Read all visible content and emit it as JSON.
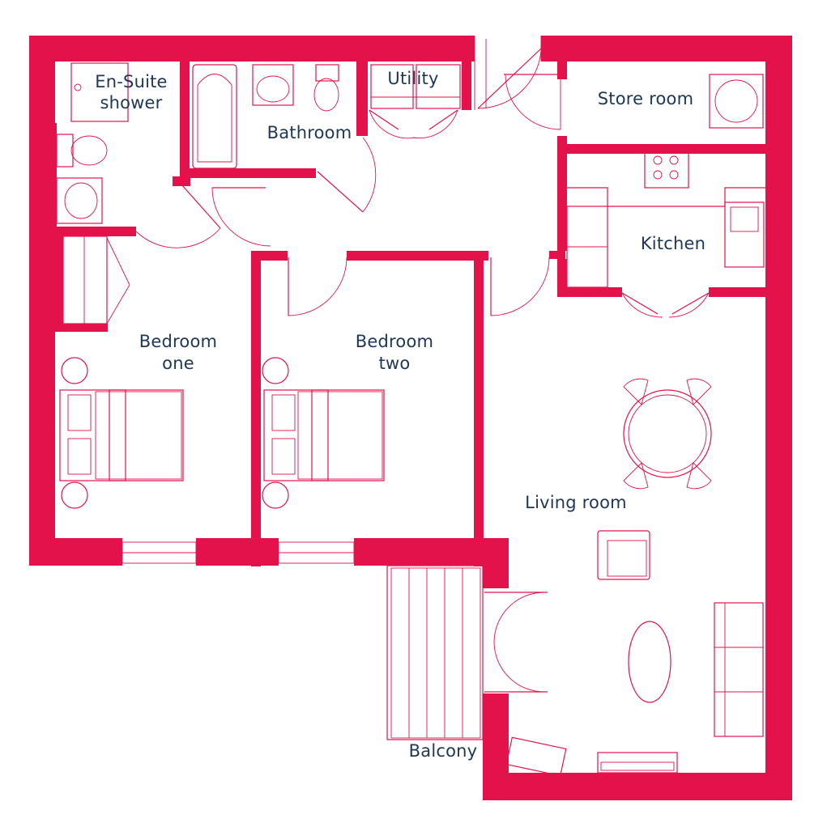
{
  "colors": {
    "wall": "#e3124a",
    "label": "#1e3756",
    "background": "#ffffff"
  },
  "rooms": {
    "ensuite": {
      "line1": "En-Suite",
      "line2": "shower"
    },
    "utility": {
      "label": "Utility"
    },
    "store_room": {
      "label": "Store room"
    },
    "bathroom": {
      "label": "Bathroom"
    },
    "kitchen": {
      "label": "Kitchen"
    },
    "bedroom_one": {
      "line1": "Bedroom",
      "line2": "one"
    },
    "bedroom_two": {
      "line1": "Bedroom",
      "line2": "two"
    },
    "living_room": {
      "label": "Living room"
    },
    "balcony": {
      "label": "Balcony"
    }
  }
}
